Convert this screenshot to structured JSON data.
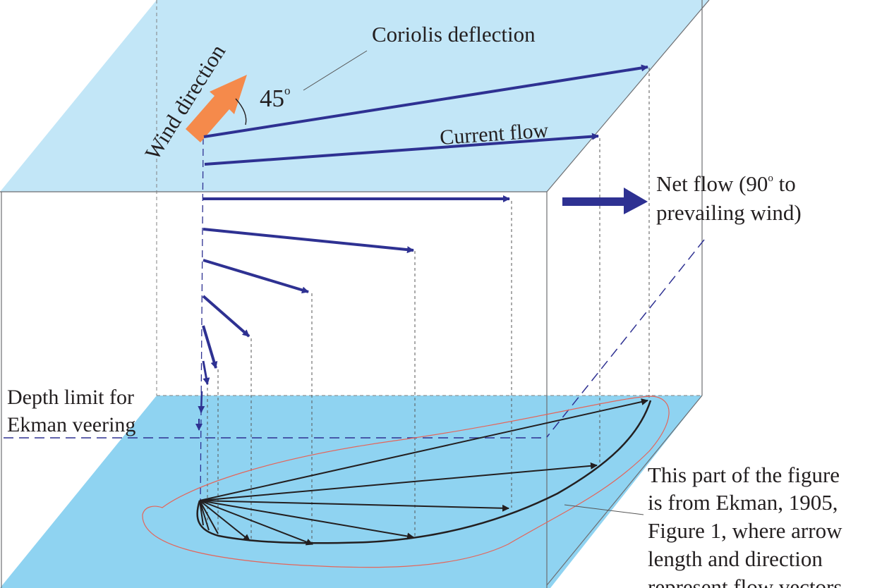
{
  "labels": {
    "coriolis": "Coriolis deflection",
    "angle": "45",
    "angle_unit": "o",
    "wind": "Wind direction",
    "current": "Current flow",
    "net_line1_a": "Net flow (90",
    "net_deg": "o",
    "net_line1_b": " to",
    "net_line2": "prevailing wind)",
    "depth_line1": "Depth limit for",
    "depth_line2": "Ekman veering",
    "note_lines": [
      "This part of the figure",
      "is from Ekman, 1905,",
      "Figure 1, where arrow",
      "length and direction",
      "represent flow vectors"
    ]
  },
  "colors": {
    "surface_plane": "#c2e6f7",
    "bottom_plane": "#8fd3f1",
    "flow_arrow": "#2e3192",
    "wind_arrow": "#f58a4b",
    "hodograph_arrow": "#231f20",
    "outline": "#e4655a",
    "edge": "#6d6e71"
  }
}
